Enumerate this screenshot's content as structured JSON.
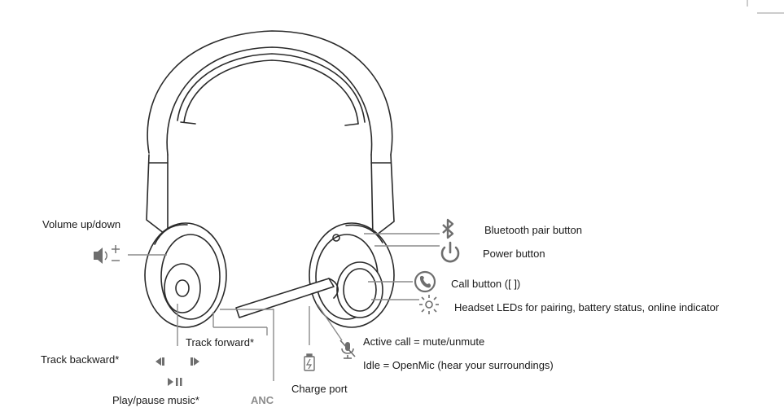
{
  "labels": {
    "volume": "Volume up/down",
    "bluetooth": "Bluetooth pair button",
    "power": "Power button",
    "call": "Call button ([ ])",
    "leds": "Headset LEDs for pairing, battery status, online indicator",
    "mute": "Active call = mute/unmute",
    "openmic": "Idle = OpenMic (hear your surroundings)",
    "track_forward": "Track forward*",
    "track_backward": "Track backward*",
    "play_pause": "Play/pause music*",
    "anc": "ANC",
    "charge_port": "Charge port"
  },
  "icons": {
    "volume": "speaker-volume-icon",
    "bluetooth": "bluetooth-icon",
    "power": "power-icon",
    "call": "phone-icon",
    "leds": "led-light-icon",
    "mute": "microphone-mute-icon",
    "charge": "battery-charge-icon",
    "track_back": "track-back-icon",
    "track_forward": "track-forward-icon",
    "play_pause": "play-pause-icon"
  },
  "colors": {
    "ink": "#1a1a1a",
    "leader": "#8c8c8c",
    "icon": "#6e6e6e",
    "anc": "#8c8c8c"
  }
}
